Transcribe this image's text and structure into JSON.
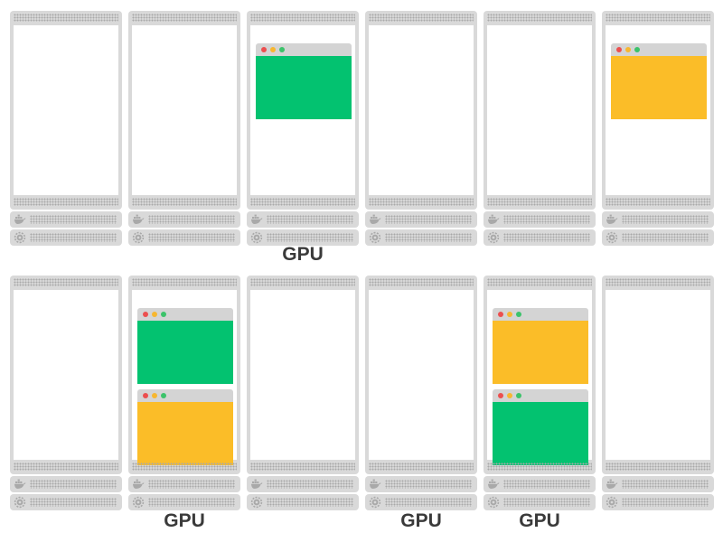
{
  "colors": {
    "green_window": "#03c270",
    "yellow_window": "#fbbd28",
    "server_gray": "#d9d9d9",
    "dot_red": "#ec4f4f",
    "dot_yellow": "#f7b731",
    "dot_green": "#3cc36b",
    "label_text": "#3a3a3a"
  },
  "gpu_label": "GPU",
  "rows": [
    {
      "servers": [
        {
          "windows": [],
          "gpu": false
        },
        {
          "windows": [],
          "gpu": false
        },
        {
          "windows": [
            "green"
          ],
          "gpu": true
        },
        {
          "windows": [],
          "gpu": false
        },
        {
          "windows": [],
          "gpu": false
        },
        {
          "windows": [
            "yellow"
          ],
          "gpu": false
        }
      ]
    },
    {
      "servers": [
        {
          "windows": [],
          "gpu": false
        },
        {
          "windows": [
            "green",
            "yellow"
          ],
          "gpu": true
        },
        {
          "windows": [],
          "gpu": false
        },
        {
          "windows": [],
          "gpu": true
        },
        {
          "windows": [
            "yellow",
            "green"
          ],
          "gpu": true
        },
        {
          "windows": [],
          "gpu": false
        }
      ]
    }
  ],
  "icons": [
    "docker-icon",
    "settings-icon"
  ]
}
